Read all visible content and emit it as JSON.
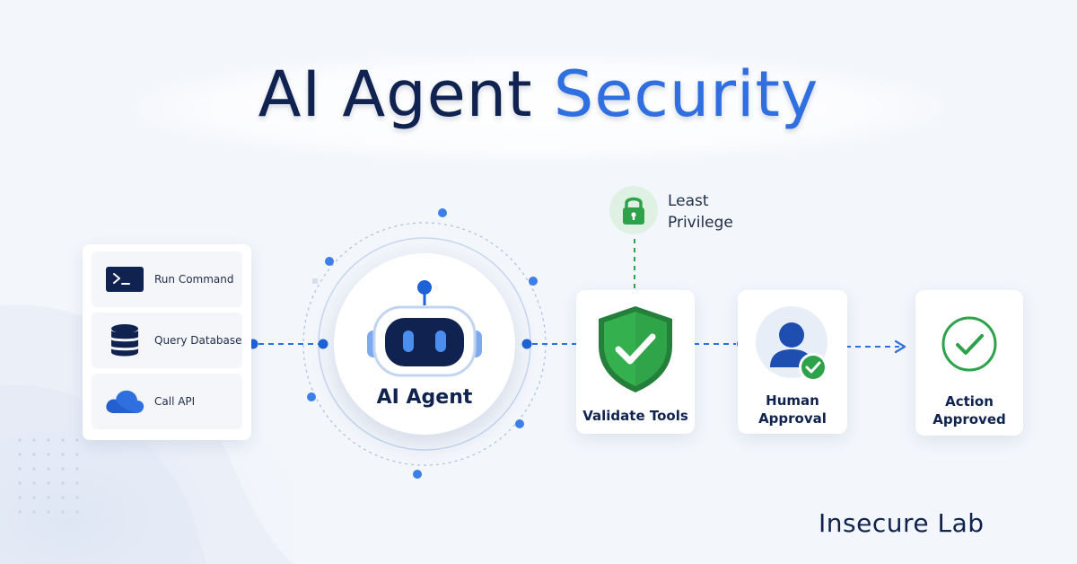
{
  "header": {
    "title_main": "AI Agent",
    "title_accent": "Security"
  },
  "tools": {
    "items": [
      {
        "label": "Run Command",
        "icon": "terminal-icon"
      },
      {
        "label": "Query Database",
        "icon": "database-icon"
      },
      {
        "label": "Call API",
        "icon": "cloud-icon"
      }
    ]
  },
  "agent": {
    "label": "AI Agent",
    "icon": "robot-icon"
  },
  "least_privilege": {
    "line1": "Least",
    "line2": "Privilege",
    "icon": "lock-icon"
  },
  "steps": {
    "validate": {
      "line1": "Validate Tools",
      "icon": "shield-check-icon"
    },
    "human": {
      "line1": "Human",
      "line2": "Approval",
      "icon": "user-check-icon"
    },
    "approved": {
      "line1": "Action",
      "line2": "Approved",
      "icon": "check-circle-icon"
    }
  },
  "brand": {
    "name": "Insecure Lab"
  },
  "colors": {
    "navy": "#10224f",
    "accent_blue": "#2f6fe0",
    "green": "#2ea24a",
    "background": "#f3f6fb"
  }
}
